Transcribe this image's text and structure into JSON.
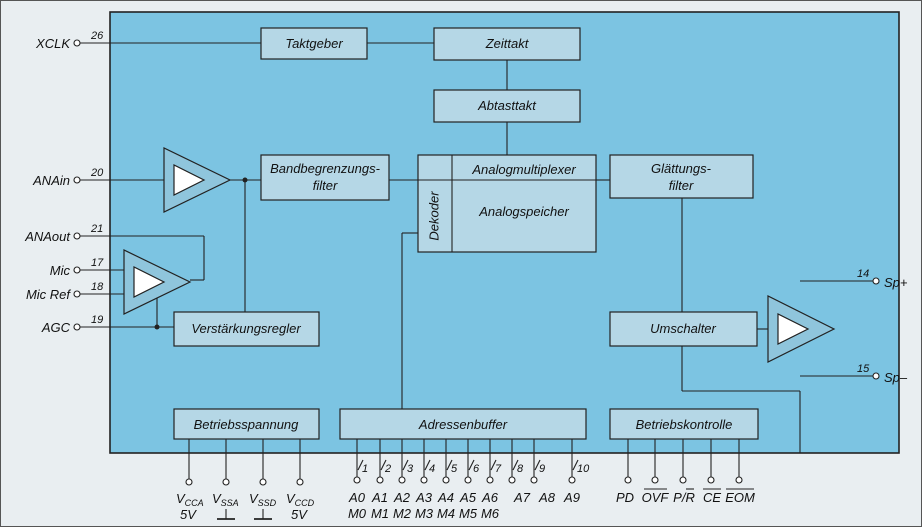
{
  "colors": {
    "chip_fill": "#7cc4e2",
    "block_fill": "#b5d7e6",
    "amp_fill": "#8fc5dc",
    "line": "#222222",
    "background": "#e9eef1"
  },
  "blocks": {
    "taktgeber": "Taktgeber",
    "zeittakt": "Zeittakt",
    "abtasttakt": "Abtasttakt",
    "bandbegrenzung_line1": "Bandbegrenzungs-",
    "bandbegrenzung_line2": "filter",
    "analogmultiplexer": "Analogmultiplexer",
    "analogspeicher": "Analogspeicher",
    "dekoder": "Dekoder",
    "glaettung_line1": "Glättungs-",
    "glaettung_line2": "filter",
    "verstaerkungsregler": "Verstärkungsregler",
    "umschalter": "Umschalter",
    "betriebsspannung": "Betriebsspannung",
    "adressenbuffer": "Adressenbuffer",
    "betriebskontrolle": "Betriebskontrolle"
  },
  "left_pins": [
    {
      "name": "XCLK",
      "number": "26"
    },
    {
      "name": "ANAin",
      "number": "20"
    },
    {
      "name": "ANAout",
      "number": "21"
    },
    {
      "name": "Mic",
      "number": "17"
    },
    {
      "name": "Mic Ref",
      "number": "18"
    },
    {
      "name": "AGC",
      "number": "19"
    }
  ],
  "right_pins": [
    {
      "name": "Sp+",
      "number": "14"
    },
    {
      "name": "Sp–",
      "number": "15"
    }
  ],
  "supply_pins": [
    {
      "main": "V",
      "sub": "CCA",
      "value": "5V"
    },
    {
      "main": "V",
      "sub": "SSA",
      "value": ""
    },
    {
      "main": "V",
      "sub": "SSD",
      "value": ""
    },
    {
      "main": "V",
      "sub": "CCD",
      "value": "5V"
    }
  ],
  "address_pins": [
    {
      "number": "1",
      "a": "A0",
      "m": "M0"
    },
    {
      "number": "2",
      "a": "A1",
      "m": "M1"
    },
    {
      "number": "3",
      "a": "A2",
      "m": "M2"
    },
    {
      "number": "4",
      "a": "A3",
      "m": "M3"
    },
    {
      "number": "5",
      "a": "A4",
      "m": "M4"
    },
    {
      "number": "6",
      "a": "A5",
      "m": "M5"
    },
    {
      "number": "7",
      "a": "A6",
      "m": "M6"
    },
    {
      "number": "8",
      "a": "A7",
      "m": ""
    },
    {
      "number": "9",
      "a": "A8",
      "m": ""
    },
    {
      "number": "10",
      "a": "A9",
      "m": ""
    }
  ],
  "control_pins": [
    {
      "label": "PD"
    },
    {
      "label": "OVF"
    },
    {
      "label": "P/R"
    },
    {
      "label": "CE"
    },
    {
      "label": "EOM"
    }
  ]
}
